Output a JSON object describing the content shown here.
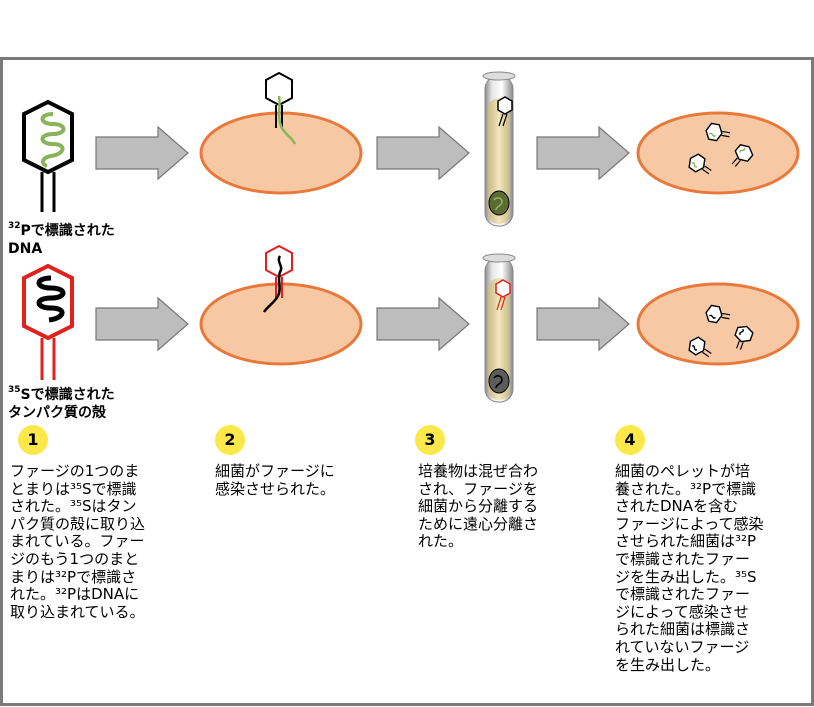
{
  "labels": {
    "dna_label_line1_sup": "32",
    "dna_label_line1": "Pで標識された",
    "dna_label_line2": "DNA",
    "coat_label_line1_sup": "35",
    "coat_label_line1": "Sで標識された",
    "coat_label_line2": "タンパク質の殻"
  },
  "steps": [
    {
      "number": "1",
      "text": "ファージの1つのま\nとまりは³⁵Sで標識\nされた。³⁵Sはタン\nパク質の殻に取り込\nまれている。ファー\nジのもう1つのまと\nまりは³²Pで標識さ\nれた。³²PはDNAに\n取り込まれている。"
    },
    {
      "number": "2",
      "text": "細菌がファージに\n感染させられた。"
    },
    {
      "number": "3",
      "text": "培養物は混ぜ合わ\nされ、ファージを\n細菌から分離する\nために遠心分離さ\nれた。"
    },
    {
      "number": "4",
      "text": "細菌のペレットが培\n養された。³²Pで標識\nされたDNAを含む\nファージによって感染\nさせられた細菌は³²P\nで標識されたファー\nジを生み出した。³⁵S\nで標識されたファー\nジによって感染させ\nられた細菌は標識さ\nれていないファージ\nを生み出した。"
    }
  ],
  "colors": {
    "dna_green": "#8ab45a",
    "coat_red": "#e0211d",
    "bacterium_fill": "#f6c9a4",
    "bacterium_stroke": "#e9793a",
    "arrow_fill": "#bdbdbd",
    "step_badge": "#fde84b"
  }
}
